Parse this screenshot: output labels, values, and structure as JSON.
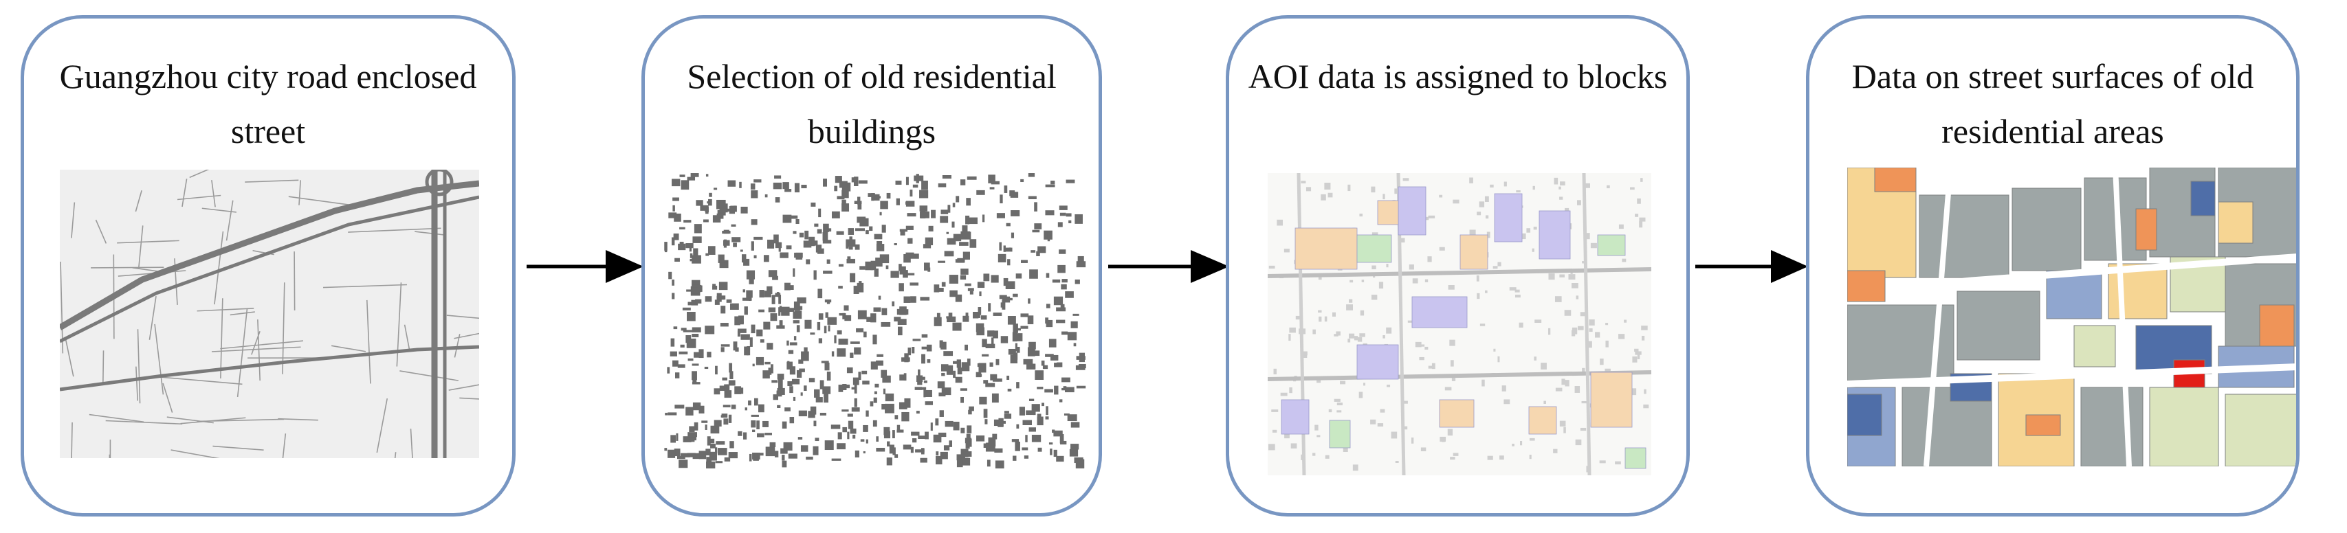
{
  "steps": [
    {
      "title": "Guangzhou city road enclosed street"
    },
    {
      "title": "Selection of old residential buildings"
    },
    {
      "title": "AOI data is assigned to blocks"
    },
    {
      "title": "Data on street surfaces of old residential areas"
    }
  ],
  "colors": {
    "box_border": "#7896c2",
    "arrow": "#000000",
    "road_background": "#efefef",
    "road_line": "#7a7a7a",
    "building": "#6b6b6b",
    "aoi_purple": "#c9c4ef",
    "aoi_orange": "#f6d7b0",
    "aoi_green": "#c9e8c3",
    "block_grey": "#9ea6a6",
    "block_blue_dark": "#4f6ea8",
    "block_blue_light": "#90a6cf",
    "block_yellow": "#f6d593",
    "block_pale_green": "#dbe4bd",
    "block_orange": "#ef9458",
    "block_red": "#e21e18"
  },
  "icons": [
    "arrow-right-icon"
  ]
}
